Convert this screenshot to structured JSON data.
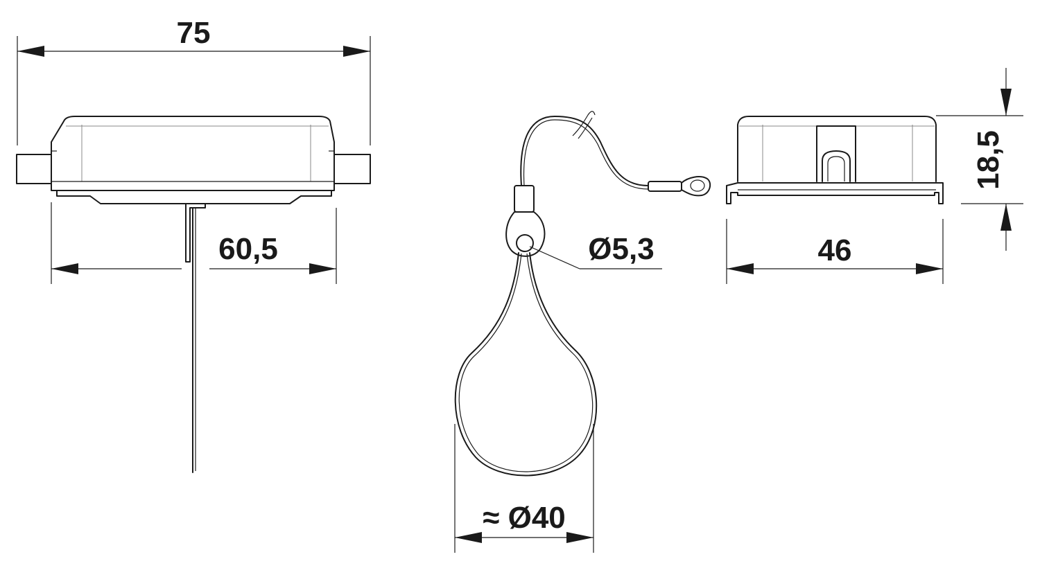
{
  "dimensions": {
    "overall_length": "75",
    "body_length": "60,5",
    "eyelet_hole_diameter": "Ø5,3",
    "loop_diameter": "≈ Ø40",
    "side_length": "46",
    "height": "18,5"
  },
  "colors": {
    "line": "#1a1a1a",
    "background": "#ffffff"
  }
}
